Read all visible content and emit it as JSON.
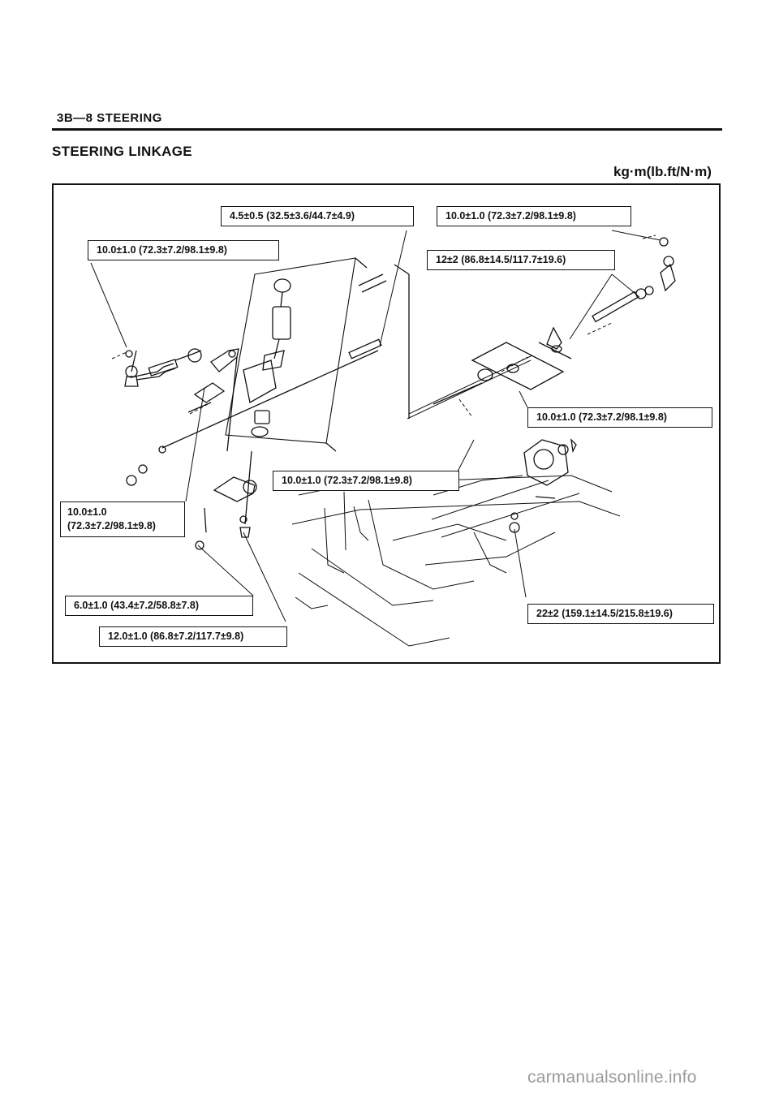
{
  "header": {
    "page_label": "3B—8 STEERING"
  },
  "section": {
    "title": "STEERING LINKAGE",
    "units": "kg·m(lb.ft/N·m)"
  },
  "callouts": {
    "c1": "4.5±0.5 (32.5±3.6/44.7±4.9)",
    "c2": "10.0±1.0 (72.3±7.2/98.1±9.8)",
    "c3": "10.0±1.0 (72.3±7.2/98.1±9.8)",
    "c4": "12±2 (86.8±14.5/117.7±19.6)",
    "c5": "10.0±1.0 (72.3±7.2/98.1±9.8)",
    "c6": "10.0±1.0 (72.3±7.2/98.1±9.8)",
    "c7_line1": "10.0±1.0",
    "c7_line2": "(72.3±7.2/98.1±9.8)",
    "c8": "6.0±1.0 (43.4±7.2/58.8±7.8)",
    "c9": "22±2 (159.1±14.5/215.8±19.6)",
    "c10": "12.0±1.0 (86.8±7.2/117.7±9.8)"
  },
  "footer": {
    "watermark": "carmanualsonline.info"
  }
}
